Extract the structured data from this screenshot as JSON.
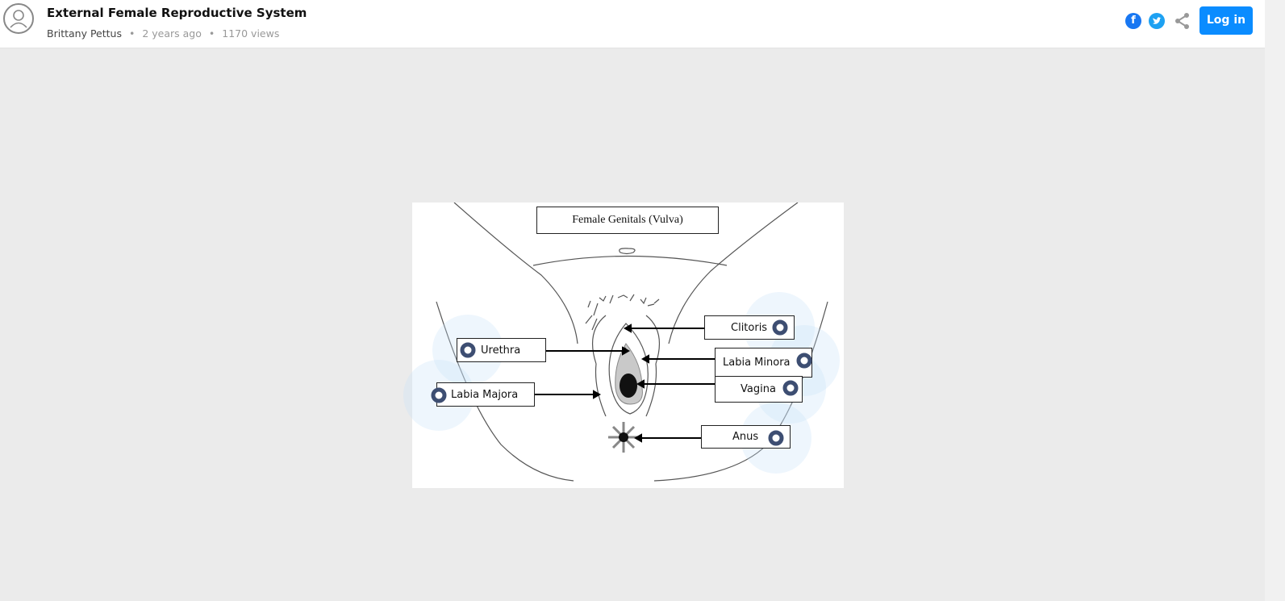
{
  "header": {
    "title": "External Female Reproductive System",
    "author": "Brittany Pettus",
    "age": "2 years ago",
    "views": "1170 views",
    "login_label": "Log in",
    "facebook_glyph": "f",
    "share_icon": "share-icon"
  },
  "diagram": {
    "title": "Female Genitals (Vulva)",
    "hotspots": [
      {
        "label": "Clitoris"
      },
      {
        "label": "Urethra"
      },
      {
        "label": "Labia Minora"
      },
      {
        "label": "Vagina"
      },
      {
        "label": "Labia Majora"
      },
      {
        "label": "Anus"
      }
    ]
  },
  "colors": {
    "accent": "#0a8cff",
    "hotspot": "#3d4e72",
    "facebook": "#1877f2",
    "twitter": "#1da1f2"
  }
}
